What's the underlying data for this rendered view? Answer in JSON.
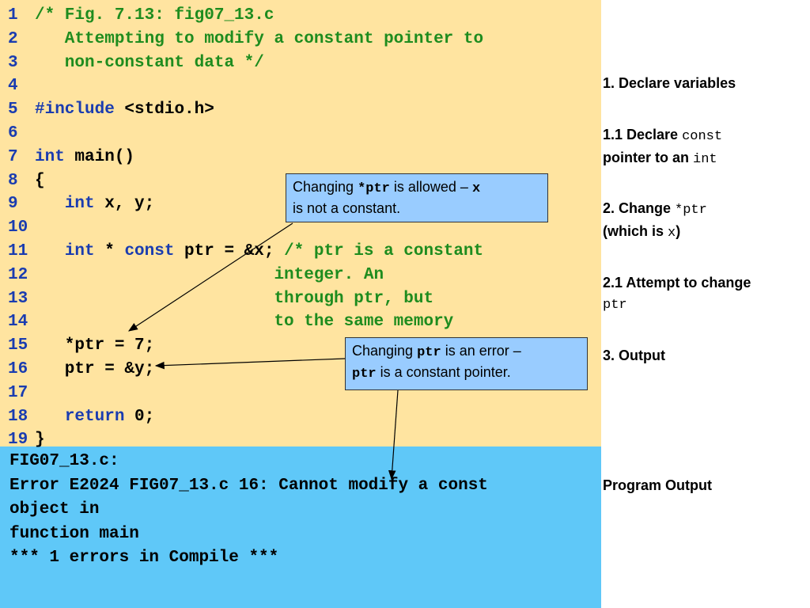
{
  "code": {
    "lines": [
      {
        "n": "1",
        "parts": [
          {
            "t": "/* Fig. 7.13: fig07_13.c",
            "c": "cm"
          }
        ]
      },
      {
        "n": "2",
        "parts": [
          {
            "t": "   Attempting to modify a constant pointer to",
            "c": "cm"
          }
        ]
      },
      {
        "n": "3",
        "parts": [
          {
            "t": "   non-constant data */",
            "c": "cm"
          }
        ]
      },
      {
        "n": "4",
        "parts": []
      },
      {
        "n": "5",
        "parts": [
          {
            "t": "#include",
            "c": "kw"
          },
          {
            "t": " <stdio.h>",
            "c": ""
          }
        ]
      },
      {
        "n": "6",
        "parts": []
      },
      {
        "n": "7",
        "parts": [
          {
            "t": "int",
            "c": "kw"
          },
          {
            "t": " main()",
            "c": ""
          }
        ]
      },
      {
        "n": "8",
        "parts": [
          {
            "t": "{",
            "c": ""
          }
        ]
      },
      {
        "n": "9",
        "parts": [
          {
            "t": "   ",
            "c": ""
          },
          {
            "t": "int",
            "c": "kw"
          },
          {
            "t": " x, y;",
            "c": ""
          }
        ]
      },
      {
        "n": "10",
        "parts": []
      },
      {
        "n": "11",
        "parts": [
          {
            "t": "   ",
            "c": ""
          },
          {
            "t": "int",
            "c": "kw"
          },
          {
            "t": " * ",
            "c": ""
          },
          {
            "t": "const",
            "c": "kw"
          },
          {
            "t": " ptr = &x; ",
            "c": ""
          },
          {
            "t": "/* ptr is a constant",
            "c": "cm"
          }
        ]
      },
      {
        "n": "12",
        "parts": [
          {
            "t": "                        integer. An",
            "c": "cm"
          }
        ]
      },
      {
        "n": "13",
        "parts": [
          {
            "t": "                        through ptr, but",
            "c": "cm"
          }
        ]
      },
      {
        "n": "14",
        "parts": [
          {
            "t": "                        to the same memory",
            "c": "cm"
          }
        ]
      },
      {
        "n": "15",
        "parts": [
          {
            "t": "   *ptr = 7;",
            "c": ""
          }
        ]
      },
      {
        "n": "16",
        "parts": [
          {
            "t": "   ptr = &y;",
            "c": ""
          }
        ]
      },
      {
        "n": "17",
        "parts": []
      },
      {
        "n": "18",
        "parts": [
          {
            "t": "   ",
            "c": ""
          },
          {
            "t": "return",
            "c": "kw"
          },
          {
            "t": " 0;",
            "c": ""
          }
        ]
      },
      {
        "n": "19",
        "parts": [
          {
            "t": "}",
            "c": ""
          }
        ]
      }
    ]
  },
  "output": {
    "lines": [
      "FIG07_13.c:",
      "Error E2024 FIG07_13.c 16: Cannot modify a const",
      "object in",
      "function main",
      "*** 1 errors in Compile ***"
    ]
  },
  "callouts": {
    "first": {
      "a": "Changing ",
      "b": "*ptr",
      "c": " is allowed – ",
      "d": "x",
      "e": "is not a constant."
    },
    "second": {
      "a": "Changing ",
      "b": "ptr",
      "c": " is an error –",
      "d": "ptr",
      "e": " is a constant pointer."
    }
  },
  "side": {
    "s1": "1.  Declare variables",
    "s2a": "1.1  Declare ",
    "s2b": "const",
    "s2c": "pointer to an ",
    "s2d": "int",
    "s3a": "2.  Change ",
    "s3b": "*ptr",
    "s3c": "(which is ",
    "s3d": "x",
    "s3e": ")",
    "s4a": "2.1  Attempt to change",
    "s4b": "ptr",
    "s5": "3. Output",
    "s6": "Program Output"
  },
  "colors": {
    "code_bg": "#ffe4a0",
    "output_bg": "#5fc8f8",
    "callout_bg": "#99ccff",
    "keyword": "#1a3cb0",
    "comment": "#1e8c1e"
  }
}
